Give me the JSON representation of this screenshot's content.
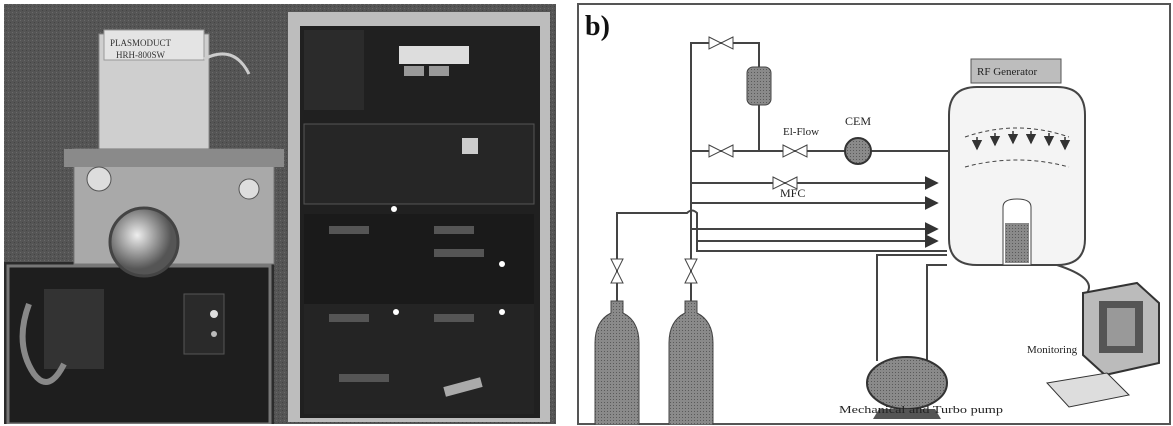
{
  "figure": {
    "photo": {
      "machine_badge": [
        "PLASMODUCT",
        "HRH-800SW"
      ],
      "colors": {
        "background": "#4a4a4a",
        "chamber": "#c8c8c8",
        "panel": "#1f1f1f"
      }
    },
    "diagram": {
      "panel_label": "b)",
      "labels": {
        "rf_generator": "RF Generator",
        "el_flow": "El-Flow",
        "cem": "CEM",
        "mfc": "MFC",
        "pump": "Mechanical and Turbo pump",
        "monitoring": "Monitoring"
      },
      "colors": {
        "line": "#3a3a3a",
        "fill": "#7a7a7a",
        "chamber": "#f4f4f4"
      }
    }
  }
}
